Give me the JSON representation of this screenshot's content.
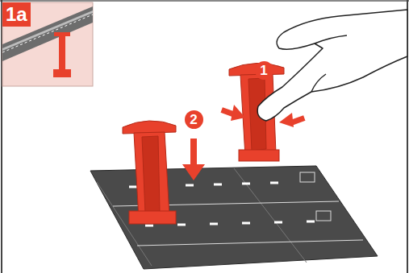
{
  "diagram": {
    "nodes": [
      {
        "text": [
          "1a"
        ]
      },
      {
        "text": [
          "1"
        ]
      },
      {
        "text": [
          "2"
        ]
      }
    ]
  }
}
